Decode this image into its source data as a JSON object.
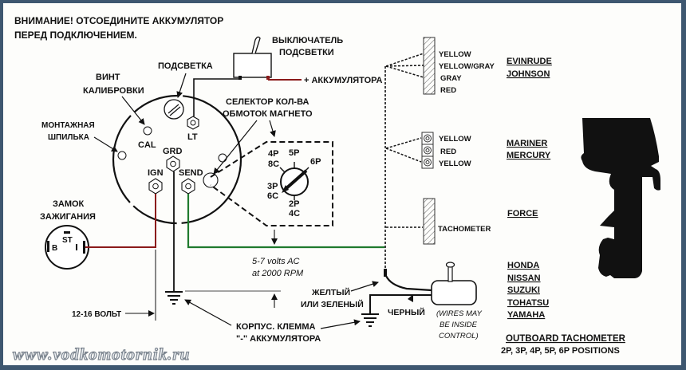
{
  "warning": {
    "line1": "ВНИМАНИЕ! ОТСОЕДИНИТЕ АККУМУЛЯТОР",
    "line2": "ПЕРЕД ПОДКЛЮЧЕНИЕМ."
  },
  "labels": {
    "calibration_screw": [
      "ВИНТ",
      "КАЛИБРОВКИ"
    ],
    "backlight": "ПОДСВЕТКА",
    "backlight_switch": [
      "ВЫКЛЮЧАТЕЛЬ",
      "ПОДСВЕТКИ"
    ],
    "battery_plus": "+ АККУМУЛЯТОРА",
    "mounting_stud": [
      "МОНТАЖНАЯ",
      "ШПИЛЬКА"
    ],
    "coil_selector": [
      "СЕЛЕКТОР КОЛ-ВА",
      "ОБМОТОК МАГНЕТО"
    ],
    "ignition_lock": [
      "ЗАМОК",
      "ЗАЖИГАНИЯ"
    ],
    "voltage_dc": "12-16 ВОЛЬТ",
    "voltage_ac": [
      "5-7 volts AC",
      "at 2000 RPM"
    ],
    "ground_terminal": [
      "КОРПУС. КЛЕММА",
      "\"-\" АККУМУЛЯТОРА"
    ],
    "yellow_or_green": [
      "ЖЕЛТЫЙ",
      "ИЛИ ЗЕЛЕНЫЙ"
    ],
    "black": "ЧЕРНЫЙ",
    "wires_inside": [
      "(WIRES MAY",
      "BE INSIDE",
      "CONTROL)"
    ]
  },
  "gauge": {
    "terminals": {
      "cal": "CAL",
      "lt": "LT",
      "grd": "GRD",
      "ign": "IGN",
      "send": "SEND"
    }
  },
  "ignition_switch": {
    "b": "B",
    "st": "ST",
    "i": "I"
  },
  "selector": {
    "positions": [
      {
        "label": [
          "4P",
          "8C"
        ]
      },
      {
        "label": [
          "5P"
        ]
      },
      {
        "label": [
          "6P"
        ]
      },
      {
        "label": [
          "3P",
          "6C"
        ]
      },
      {
        "label": [
          "2P",
          "4C"
        ]
      }
    ]
  },
  "connectors": {
    "evinrude": {
      "wires": [
        "YELLOW",
        "YELLOW/GRAY",
        "GRAY",
        "RED"
      ],
      "brands": [
        "EVINRUDE",
        "JOHNSON"
      ]
    },
    "mercury": {
      "wires": [
        "YELLOW",
        "RED",
        "YELLOW"
      ],
      "brands": [
        "MARINER",
        "MERCURY"
      ]
    },
    "force": {
      "wires": [
        "TACHOMETER"
      ],
      "brands": [
        "FORCE"
      ]
    },
    "japanese": {
      "brands": [
        "HONDA",
        "NISSAN",
        "SUZUKI",
        "TOHATSU",
        "YAMAHA"
      ]
    }
  },
  "footer": {
    "title": "OUTBOARD TACHOMETER",
    "subtitle": "2P, 3P, 4P, 5P, 6P POSITIONS"
  },
  "watermark": "www.vodkomotornik.ru",
  "colors": {
    "ign_wire": "#8b1a1a",
    "send_wire": "#1f7a2e",
    "battery_wire": "#8b1a1a",
    "frame": "#3e5770"
  }
}
